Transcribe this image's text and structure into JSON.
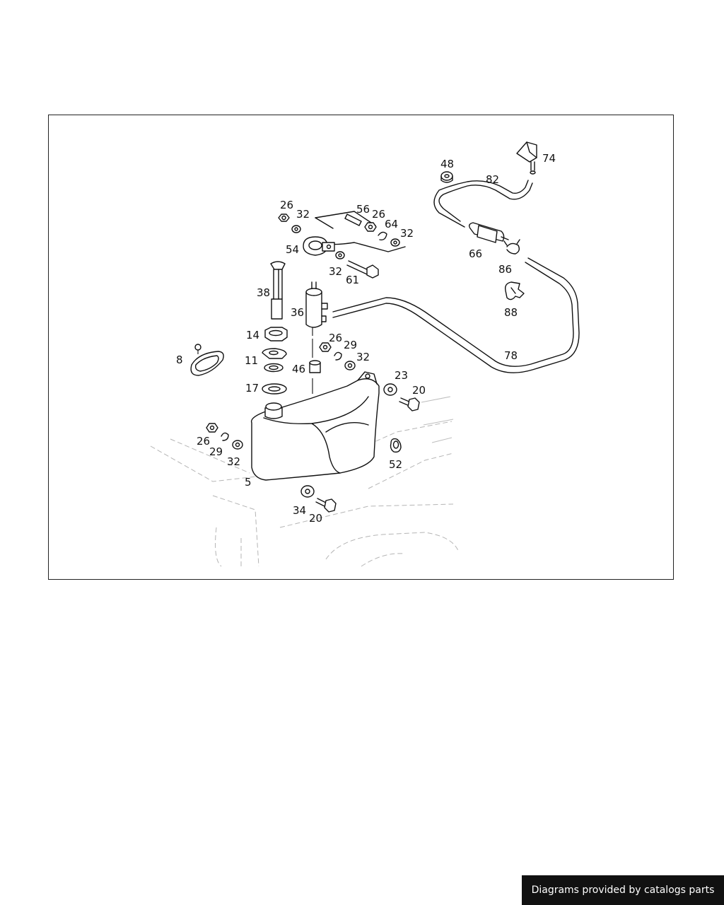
{
  "diagram": {
    "labels": [
      "48",
      "74",
      "82",
      "26",
      "32",
      "56",
      "26",
      "64",
      "32",
      "54",
      "66",
      "86",
      "32",
      "61",
      "38",
      "36",
      "88",
      "14",
      "26",
      "29",
      "32",
      "78",
      "8",
      "11",
      "46",
      "23",
      "20",
      "17",
      "26",
      "29",
      "32",
      "52",
      "5",
      "34",
      "20"
    ]
  },
  "footer": {
    "credit": "Diagrams provided by catalogs parts"
  }
}
